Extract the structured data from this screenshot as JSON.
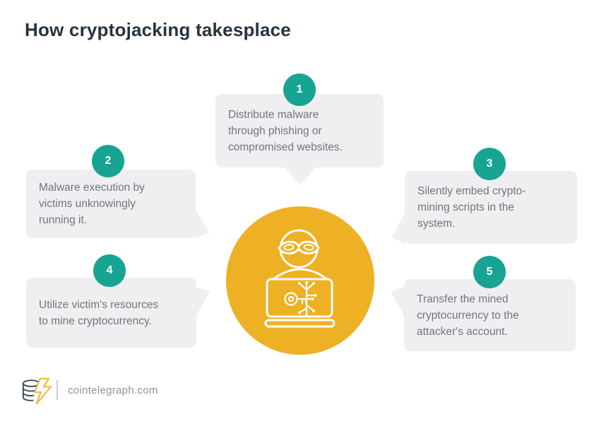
{
  "title": "How cryptojacking takesplace",
  "steps": [
    {
      "number": "1",
      "text": "Distribute malware\nthrough phishing or\ncompromised websites."
    },
    {
      "number": "2",
      "text": "Malware execution by\nvictims unknowingly\nrunning it."
    },
    {
      "number": "3",
      "text": "Silently embed crypto-\nmining scripts in the\nsystem."
    },
    {
      "number": "4",
      "text": "Utilize victim's resources\nto mine cryptocurrency."
    },
    {
      "number": "5",
      "text": "Transfer the mined\ncryptocurrency to the\nattacker's account."
    }
  ],
  "center": {
    "icon": "masked-hacker-laptop-key-icon"
  },
  "footer": {
    "site": "cointelegraph.com",
    "logo_icon": "cointelegraph-coins-lightning-icon"
  },
  "colors": {
    "accent_teal": "#17a492",
    "accent_yellow": "#eeb024",
    "bubble_gray": "#efeff1",
    "title_text": "#28333e",
    "body_text": "#74747b",
    "footer_text": "#8c939b",
    "icon_stroke": "#ffffff"
  }
}
